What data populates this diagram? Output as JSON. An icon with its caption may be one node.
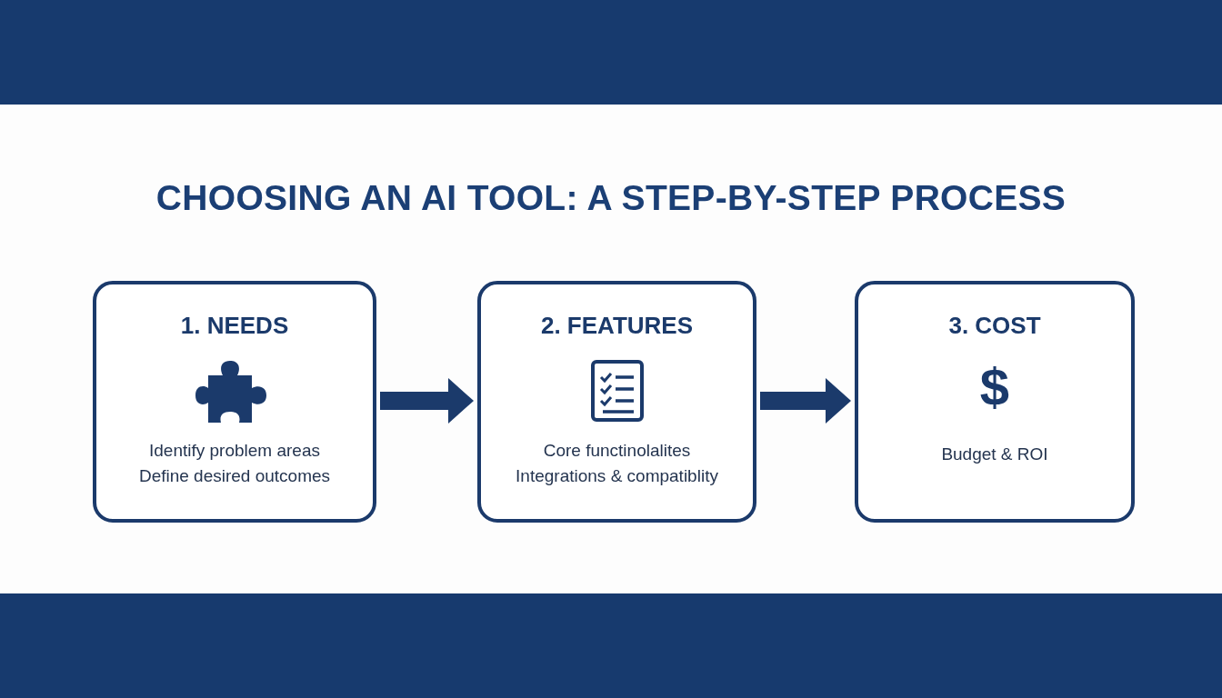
{
  "diagram": {
    "title": "CHOOSING AN AI TOOL: A STEP-BY-STEP PROCESS",
    "nodes": [
      {
        "text": [
          "1. NEEDS",
          "Identify problem areas",
          "Define desired outcomes"
        ]
      },
      {
        "text": [
          "2. FEATURES",
          "Core functinolalites",
          "Integrations & compatiblity"
        ]
      },
      {
        "text": [
          "3. COST",
          "$",
          "Budget & ROI"
        ]
      }
    ],
    "edges": [
      {
        "from": 0,
        "to": 1,
        "arrow": "to"
      },
      {
        "from": 1,
        "to": 2,
        "arrow": "to"
      }
    ]
  }
}
